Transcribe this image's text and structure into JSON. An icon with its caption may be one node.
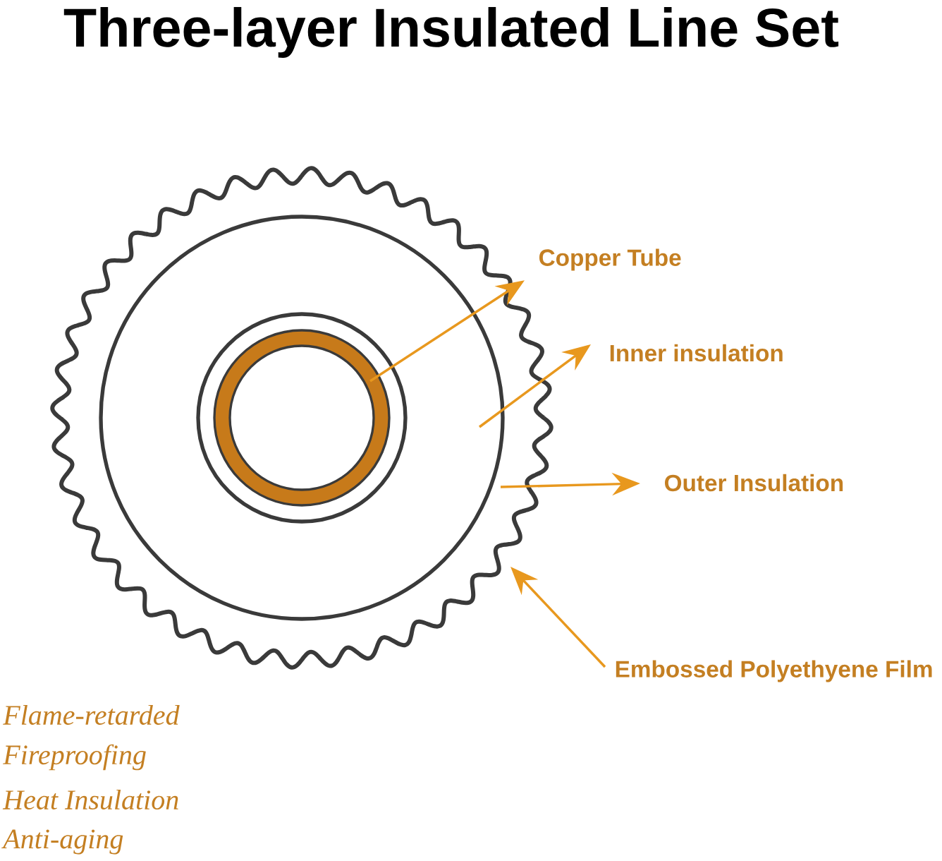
{
  "diagram": {
    "title": "Three-layer Insulated Line Set",
    "nodes": [
      {
        "text": [
          "Copper Tube"
        ]
      },
      {
        "text": [
          "Inner insulation"
        ]
      },
      {
        "text": [
          "Outer Insulation"
        ]
      },
      {
        "text": [
          "Embossed Polyethyene Film"
        ]
      }
    ],
    "edges": [
      {
        "from": null,
        "to": 0,
        "arrow": "to"
      },
      {
        "from": null,
        "to": 1,
        "arrow": "to"
      },
      {
        "from": null,
        "to": 2,
        "arrow": "to"
      },
      {
        "from": 3,
        "to": null,
        "arrow": "to"
      }
    ],
    "labels": [
      "Flame-retarded",
      "Fireproofing",
      "Heat Insulation",
      "Anti-aging"
    ]
  }
}
